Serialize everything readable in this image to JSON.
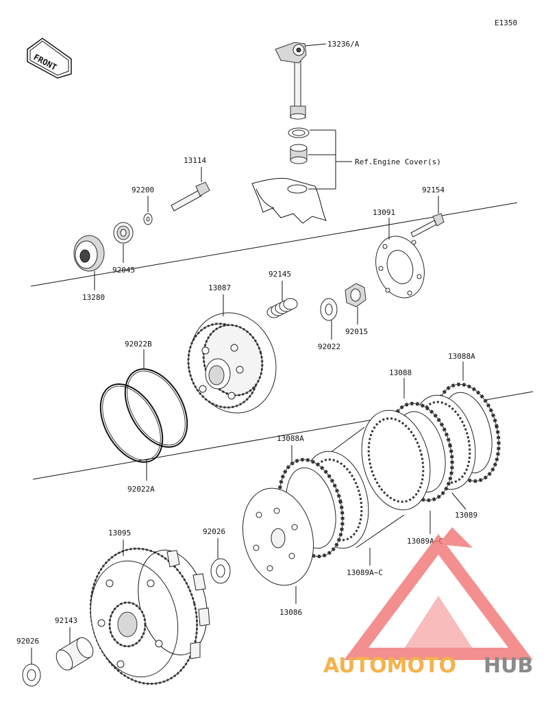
{
  "diagram": {
    "code": "E1350",
    "front_label": "FRONT",
    "ref_label": "Ref.Engine Cover(s)",
    "parts": [
      {
        "id": "lever",
        "label": "13236/A"
      },
      {
        "id": "pin",
        "label": "13114"
      },
      {
        "id": "washer-92200",
        "label": "92200"
      },
      {
        "id": "bearing-92045",
        "label": "92045"
      },
      {
        "id": "plate-13280",
        "label": "13280"
      },
      {
        "id": "bolt-92154",
        "label": "92154"
      },
      {
        "id": "plate-13091",
        "label": "13091"
      },
      {
        "id": "spring-92145",
        "label": "92145"
      },
      {
        "id": "hub-13087",
        "label": "13087"
      },
      {
        "id": "washer-92022",
        "label": "92022"
      },
      {
        "id": "nut-92015",
        "label": "92015"
      },
      {
        "id": "ring-92022b",
        "label": "92022B"
      },
      {
        "id": "ring-92022a",
        "label": "92022A"
      },
      {
        "id": "plate-13088",
        "label": "13088"
      },
      {
        "id": "plate-13088a-right",
        "label": "13088A"
      },
      {
        "id": "plate-13088a-left",
        "label": "13088A"
      },
      {
        "id": "plate-13089",
        "label": "13089"
      },
      {
        "id": "plates-13089ac-right",
        "label": "13089A~C"
      },
      {
        "id": "plates-13089ac-left",
        "label": "13089A~C"
      },
      {
        "id": "housing-13095",
        "label": "13095"
      },
      {
        "id": "washer-92026-mid",
        "label": "92026"
      },
      {
        "id": "plate-13086",
        "label": "13086"
      },
      {
        "id": "sleeve-92143",
        "label": "92143"
      },
      {
        "id": "washer-92026-left",
        "label": "92026"
      }
    ]
  },
  "watermark": {
    "text_a": "AUTOMOTO",
    "text_b": "HUB",
    "color_a": "#f6b24a",
    "color_b": "#8a8a8a",
    "logo_color": "#f06a6a"
  }
}
